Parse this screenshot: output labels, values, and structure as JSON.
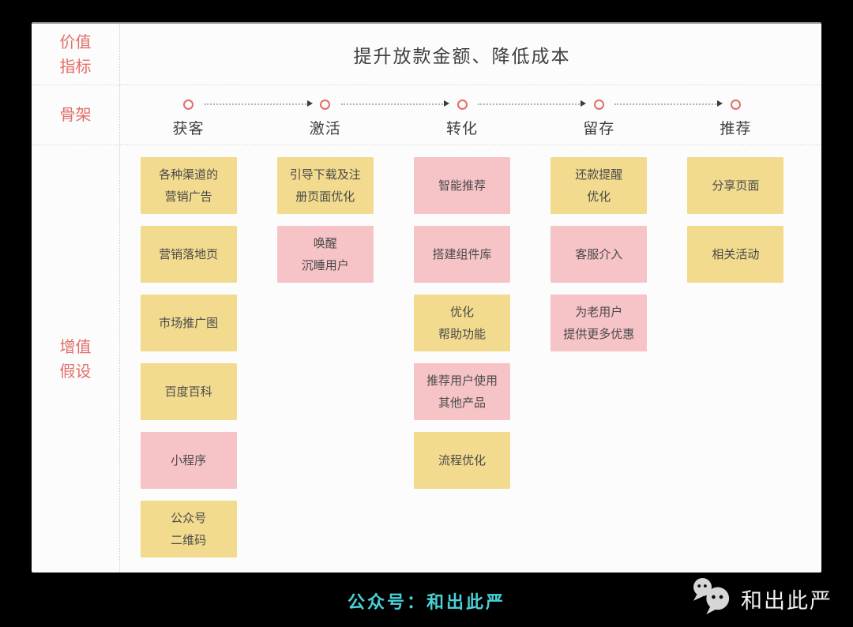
{
  "colors": {
    "page_bg": "#000000",
    "card_bg": "#fcfcfc",
    "accent_red": "#e26f6a",
    "note_yellow": "#f2db8e",
    "note_pink": "#f6c3c6",
    "note_text": "#4a4a4a",
    "title_text": "#3f3f3f",
    "footer_teal": "#4ad0d6"
  },
  "left_labels": {
    "value_metrics": "价值\n指标",
    "skeleton": "骨架",
    "value_hypothesis": "增值\n假设"
  },
  "header": {
    "title": "提升放款金额、降低成本"
  },
  "stages": [
    {
      "label": "获客",
      "notes": [
        {
          "text": "各种渠道的\n营销广告",
          "color": "yellow"
        },
        {
          "text": "营销落地页",
          "color": "yellow"
        },
        {
          "text": "市场推广图",
          "color": "yellow"
        },
        {
          "text": "百度百科",
          "color": "yellow"
        },
        {
          "text": "小程序",
          "color": "pink"
        },
        {
          "text": "公众号\n二维码",
          "color": "yellow"
        }
      ]
    },
    {
      "label": "激活",
      "notes": [
        {
          "text": "引导下载及注\n册页面优化",
          "color": "yellow"
        },
        {
          "text": "唤醒\n沉睡用户",
          "color": "pink"
        }
      ]
    },
    {
      "label": "转化",
      "notes": [
        {
          "text": "智能推荐",
          "color": "pink"
        },
        {
          "text": "搭建组件库",
          "color": "pink"
        },
        {
          "text": "优化\n帮助功能",
          "color": "yellow"
        },
        {
          "text": "推荐用户使用\n其他产品",
          "color": "pink"
        },
        {
          "text": "流程优化",
          "color": "yellow"
        }
      ]
    },
    {
      "label": "留存",
      "notes": [
        {
          "text": "还款提醒\n优化",
          "color": "yellow"
        },
        {
          "text": "客服介入",
          "color": "pink"
        },
        {
          "text": "为老用户\n提供更多优惠",
          "color": "pink"
        }
      ]
    },
    {
      "label": "推荐",
      "notes": [
        {
          "text": "分享页面",
          "color": "yellow"
        },
        {
          "text": "相关活动",
          "color": "yellow"
        }
      ]
    }
  ],
  "footer": {
    "center_text": "公众号：和出此严",
    "wechat_icon": "wechat-logo",
    "wechat_name": "和出此严"
  }
}
